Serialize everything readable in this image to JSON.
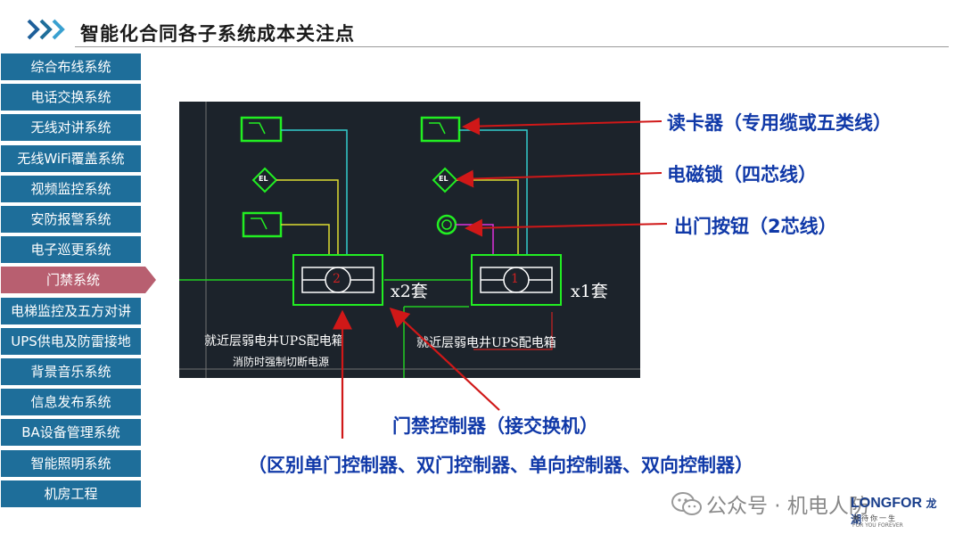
{
  "header": {
    "title": "智能化合同各子系统成本关注点"
  },
  "sidebar": {
    "items": [
      "综合布线系统",
      "电话交换系统",
      "无线对讲系统",
      "无线WiFi覆盖系统",
      "视频监控系统",
      "安防报警系统",
      "电子巡更系统",
      "门禁系统",
      "电梯监控及五方对讲",
      "UPS供电及防雷接地",
      "背景音乐系统",
      "信息发布系统",
      "BA设备管理系统",
      "智能照明系统",
      "机房工程"
    ],
    "active_index": 7
  },
  "drawing": {
    "set_left": "x2套",
    "set_right": "x1套",
    "num_left": "2",
    "num_right": "1",
    "el_label": "EL",
    "note_left_1": "就近层弱电井UPS配电箱",
    "note_left_2": "消防时强制切断电源",
    "note_right": "就近层弱电井UPS配电箱"
  },
  "callouts": {
    "card_reader": "读卡器（专用缆或五类线）",
    "mag_lock": "电磁锁（四芯线）",
    "exit_button": "出门按钮（2芯线）",
    "controller": "门禁控制器（接交换机）",
    "controller_types": "（区别单门控制器、双门控制器、单向控制器、双向控制器）"
  },
  "footer": {
    "watermark": "公众号 · 机电人防",
    "logo_en": "LONGFOR",
    "logo_cn": "龙湖",
    "logo_slogan": "善待你一生",
    "logo_slogan_en": "FOR YOU FOREVER"
  },
  "colors": {
    "accent": "#1e6e9a",
    "active": "#b85f70",
    "callout": "#1039a8",
    "arrow": "#d01818",
    "cad_bg": "#1c232b"
  }
}
